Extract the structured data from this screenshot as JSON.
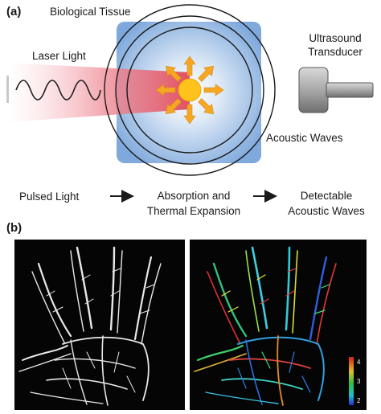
{
  "panel_a": {
    "label": "(a)",
    "tissue_label": "Biological Tissue",
    "laser_label": "Laser Light",
    "transducer_label_line1": "Ultrasound",
    "transducer_label_line2": "Transducer",
    "waves_label": "Acoustic Waves"
  },
  "flow": {
    "step1": "Pulsed Light",
    "step2_line1": "Absorption and",
    "step2_line2": "Thermal Expansion",
    "step3_line1": "Detectable",
    "step3_line2": "Acoustic Waves"
  },
  "panel_b": {
    "label": "(b)",
    "colorbar_ticks": [
      "4",
      "3",
      "2"
    ]
  },
  "colors": {
    "tissue_fill": "#8fb3e0",
    "laser_beam": "#e0485a",
    "absorber": "#ffc21a",
    "arrow": "#f5a623",
    "ring": "#1a1a1a"
  }
}
